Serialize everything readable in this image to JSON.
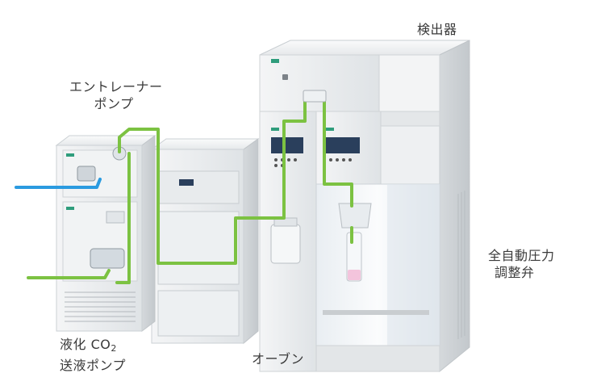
{
  "labels": {
    "detector": "検出器",
    "entrainer_pump_line1": "エントレーナー",
    "entrainer_pump_line2": "ポンプ",
    "bpr_line1": "全自動圧力",
    "bpr_line2": "調整弁",
    "co2_pump_prefix": "液化 CO",
    "co2_pump_subscript": "2",
    "co2_pump_line2": "送液ポンプ",
    "oven": "オーブン"
  },
  "colors": {
    "flow_line": "#7cc242",
    "inlet_line": "#2b9be0",
    "unit_body": "#e9ecee",
    "unit_panel": "#f6f7f8",
    "accent_badge": "#2f9d7c",
    "display": "#2a3f5c"
  },
  "icons": [
    "pump-head-icon",
    "display-panel-icon",
    "glass-vessel-icon",
    "valve-icon"
  ]
}
